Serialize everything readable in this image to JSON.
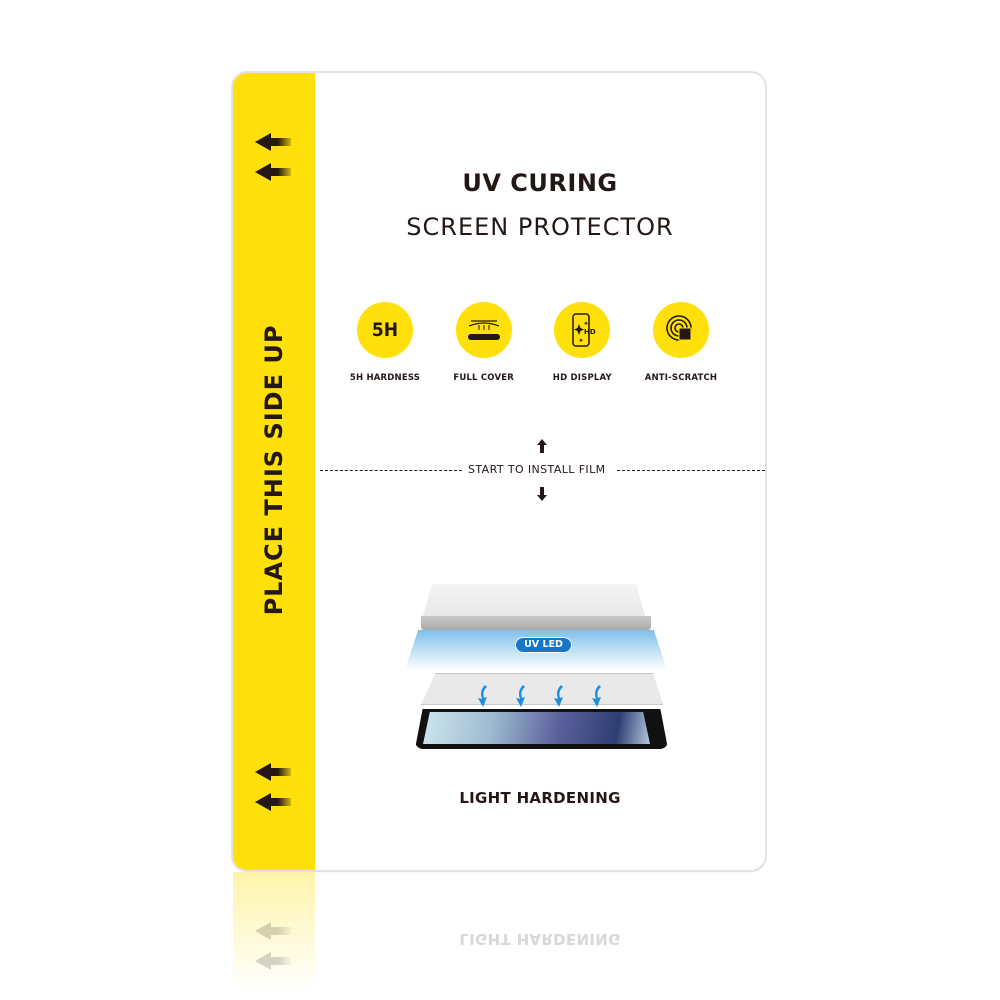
{
  "card": {
    "side_label": "PLACE THIS SIDE UP",
    "title": "UV CURING",
    "subtitle": "SCREEN PROTECTOR",
    "features": [
      {
        "icon": "5h-hardness-icon",
        "icon_text": "5H",
        "label": "5H HARDNESS"
      },
      {
        "icon": "full-cover-icon",
        "label": "FULL COVER"
      },
      {
        "icon": "hd-display-icon",
        "label": "HD DISPLAY"
      },
      {
        "icon": "anti-scratch-icon",
        "label": "ANTI-SCRATCH"
      }
    ],
    "install_instruction": "START TO INSTALL FILM",
    "illustration": {
      "badge": "UV LED"
    },
    "bottom_label": "LIGHT HARDENING"
  },
  "reflection": {
    "text": "LIGHT HARDENING"
  },
  "colors": {
    "accent_yellow": "#ffe00a",
    "text_dark": "#231815",
    "uv_blue": "#1677c9"
  }
}
